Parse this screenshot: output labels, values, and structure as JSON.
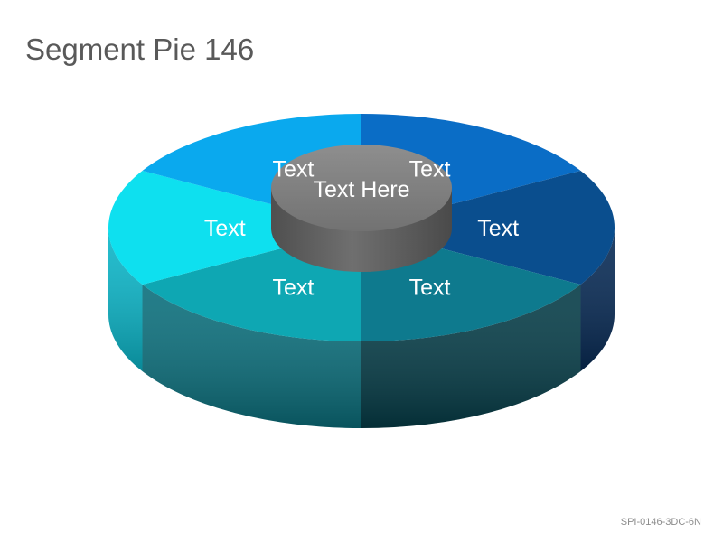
{
  "title": "Segment Pie 146",
  "code": "SPI-0146-3DC-6N",
  "center": {
    "label": "Text Here",
    "color": "#7a7a7a"
  },
  "segments": [
    {
      "label": "Text",
      "top": "#0a6dc6",
      "side": "#07469a"
    },
    {
      "label": "Text",
      "top": "#0a4e8e",
      "side": "#072a55"
    },
    {
      "label": "Text",
      "top": "#0e7a8e",
      "side": "#063d48"
    },
    {
      "label": "Text",
      "top": "#0ea7b3",
      "side": "#0b6f7c"
    },
    {
      "label": "Text",
      "top": "#0ee0ef",
      "side": "#0bb6c9"
    },
    {
      "label": "Text",
      "top": "#0aa9ee",
      "side": "#0a80c0"
    }
  ]
}
